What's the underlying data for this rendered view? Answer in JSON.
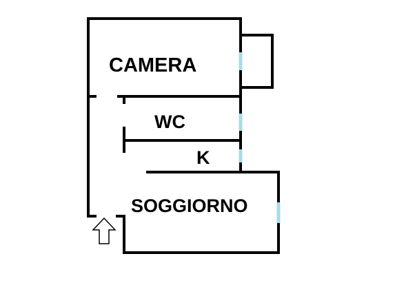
{
  "plan": {
    "rooms": [
      {
        "id": "camera",
        "label": "CAMERA"
      },
      {
        "id": "wc",
        "label": "WC"
      },
      {
        "id": "k",
        "label": "K"
      },
      {
        "id": "soggiorno",
        "label": "SOGGIORNO"
      }
    ],
    "colors": {
      "wall": "#000000",
      "window": "#a8dce4",
      "background": "#ffffff"
    },
    "icons": {
      "entrance": "up-arrow-icon"
    }
  }
}
